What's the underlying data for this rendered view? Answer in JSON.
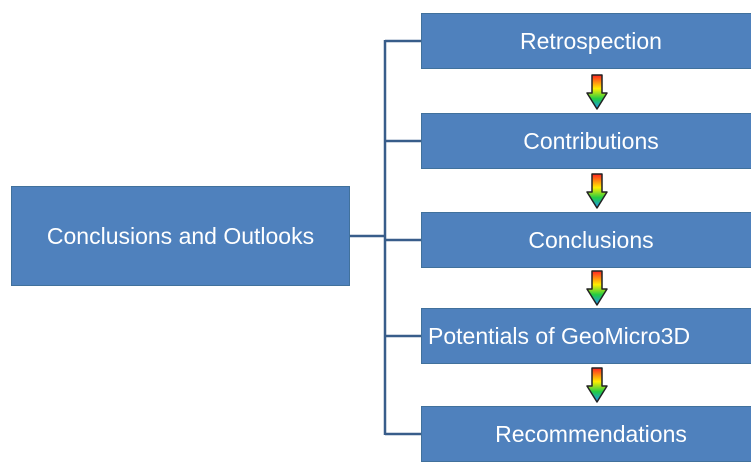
{
  "diagram": {
    "root": {
      "label": "Conclusions and Outlooks"
    },
    "children": [
      {
        "label": "Retrospection"
      },
      {
        "label": "Contributions"
      },
      {
        "label": "Conclusions"
      },
      {
        "label": "Potentials of GeoMicro3D"
      },
      {
        "label": "Recommendations"
      }
    ],
    "colors": {
      "box_fill": "#4f81bd",
      "box_text": "#ffffff",
      "connector": "#385d8a",
      "arrow_gradient": [
        "#ff2222",
        "#ffee00",
        "#22cc44",
        "#1e90ff"
      ]
    }
  }
}
